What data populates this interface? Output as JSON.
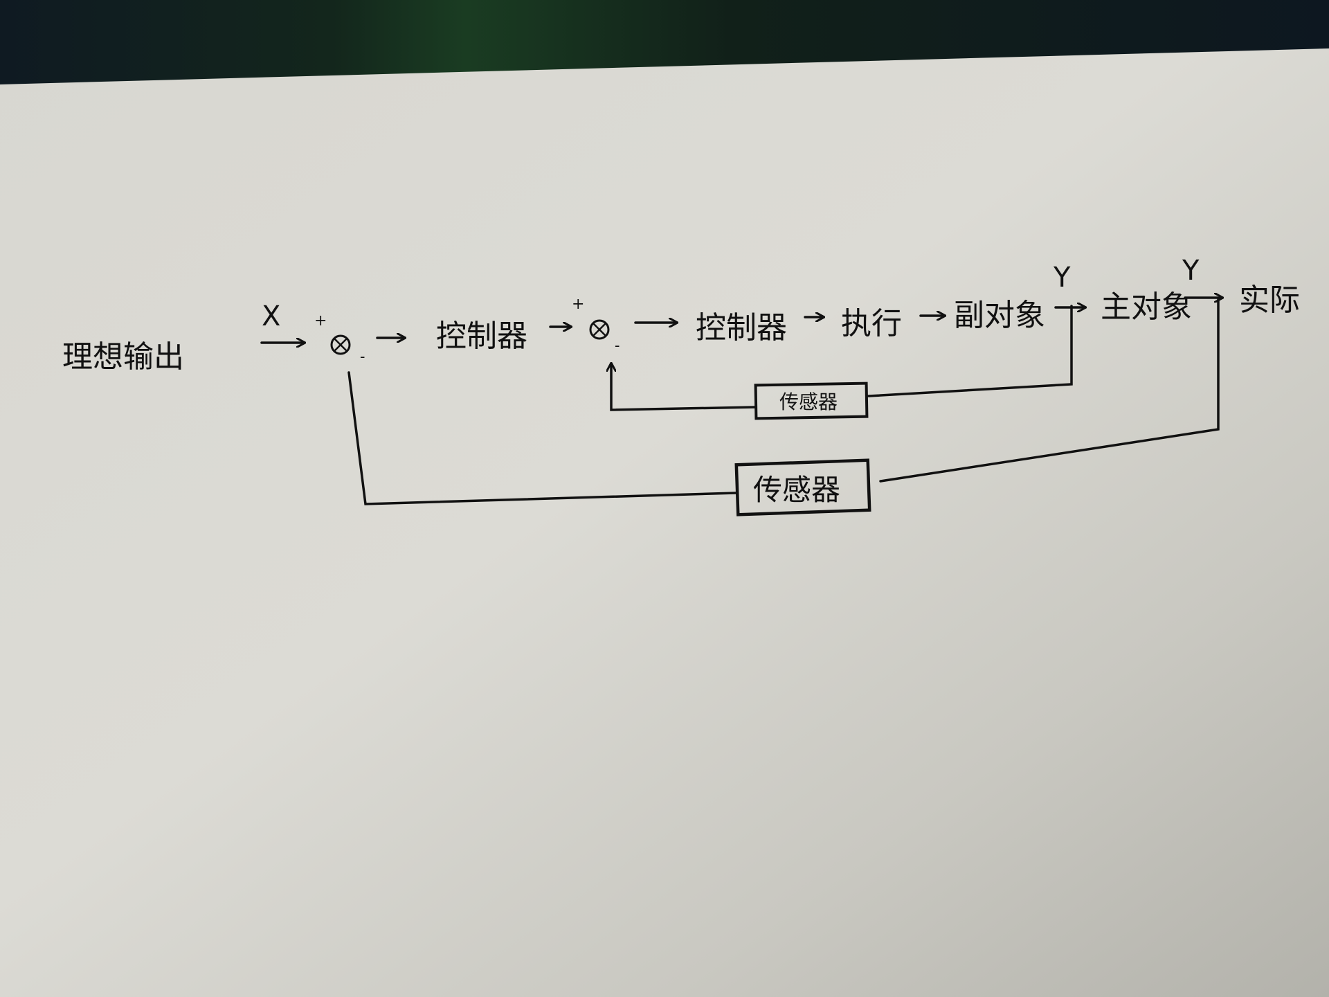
{
  "colors": {
    "ink": "#111111",
    "paper": "#d9d8d2",
    "backdrop": "#112019"
  },
  "diagram": {
    "ideal_output": "理想输出",
    "x_label": "X",
    "plus_1": "+",
    "minus_1": "-",
    "controller_1": "控制器",
    "plus_2": "+",
    "minus_2": "-",
    "controller_2": "控制器",
    "actuator": "执行",
    "secondary_object": "副对象",
    "y_label_1": "Y",
    "main_object": "主对象",
    "y_label_2": "Y",
    "actual": "实际",
    "sensor_inner": "传感器",
    "sensor_outer": "传感器"
  }
}
